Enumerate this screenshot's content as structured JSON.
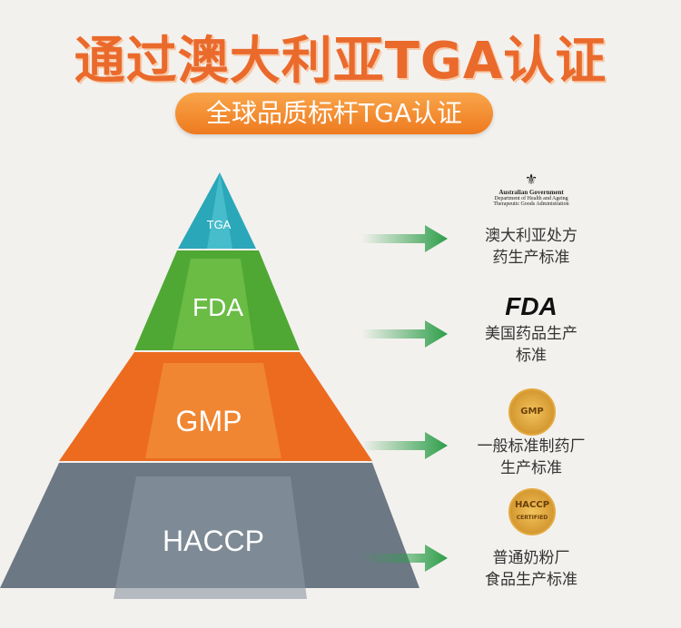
{
  "title": "通过澳大利亚TGA认证",
  "subtitle": "全球品质标杆TGA认证",
  "levels": [
    {
      "label": "TGA",
      "color": "#2aa7b8"
    },
    {
      "label": "FDA",
      "color": "#59b33a"
    },
    {
      "label": "GMP",
      "color": "#ec6b1f"
    },
    {
      "label": "HACCP",
      "color": "#6c7884"
    }
  ],
  "standards": [
    {
      "logo_lines": [
        "Australian Government",
        "Department of Health and Ageing",
        "Therapeutic Goods Administration"
      ],
      "line1": "澳大利亚处方",
      "line2": "药生产标准"
    },
    {
      "logo": "FDA",
      "line1": "美国药品生产",
      "line2": "标准"
    },
    {
      "logo": "GMP",
      "line1": "一般标准制药厂",
      "line2": "生产标准"
    },
    {
      "logo": "HACCP",
      "logo_sub": "CERTIFIED",
      "line1": "普通奶粉厂",
      "line2": "食品生产标准"
    }
  ],
  "arrow_color": "#2e9e4a"
}
